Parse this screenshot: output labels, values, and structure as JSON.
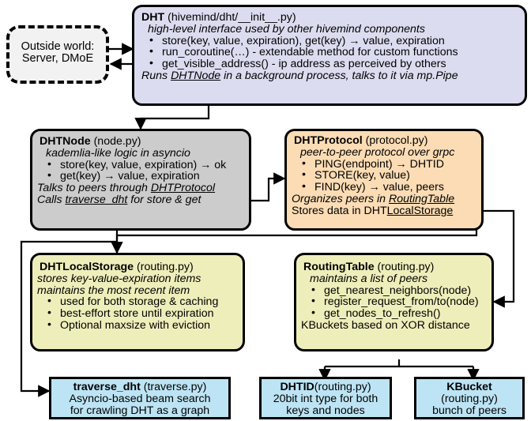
{
  "diagram": {
    "title": "hivemind DHT architecture diagram",
    "colors": {
      "dht": "#dcdcf0",
      "dhtnode": "#cccccc",
      "protocol": "#fbdcb4",
      "storage": "#eeeebb",
      "leaf": "#bde4f4",
      "outline": "#000000",
      "outside_fill": "#f2f2f2"
    }
  },
  "outside": {
    "line1": "Outside world:",
    "line2": "Server, DMoE"
  },
  "dht": {
    "title": "DHT",
    "file": " (hivemind/dht/__init__.py)",
    "subtitle": "high-level interface used by other hivemind components",
    "bullets": [
      "store(key, value, expiration), get(key) → value, expiration",
      "run_coroutine(…) - extendable method for custom functions",
      "get_visible_address() - ip address as perceived by others"
    ],
    "footer_pre": "Runs ",
    "footer_link": "DHTNode",
    "footer_post": " in a background process, talks to it via mp.Pipe"
  },
  "dhtnode": {
    "title": "DHTNode",
    "file": " (node.py)",
    "subtitle": "kademlia-like logic in asyncio",
    "bullets": [
      "store(key, value, expiration) → ok",
      "get(key) → value, expiration"
    ],
    "footer1_pre": "Talks to peers through ",
    "footer1_link": "DHTProtocol",
    "footer2_pre": "Calls ",
    "footer2_link": "traverse_dht",
    "footer2_post": " for store & get"
  },
  "protocol": {
    "title": "DHTProtocol",
    "file": " (protocol.py)",
    "subtitle": "peer-to-peer protocol over grpc",
    "bullets": [
      "PING(endpoint) → DHTID",
      "STORE(key, value)",
      "FIND(key) → value, peers"
    ],
    "footer1_pre": "Organizes peers in ",
    "footer1_link": "RoutingTable",
    "footer2_pre": "Stores data in DHT",
    "footer2_link": "LocalStorage"
  },
  "localstorage": {
    "title": "DHTLocalStorage",
    "file": " (routing.py)",
    "subtitle1": "stores key-value-expiration items",
    "subtitle2": "maintains the most recent item",
    "bullets": [
      "used for both storage & caching",
      "best-effort store until expiration",
      "Optional maxsize with eviction"
    ]
  },
  "routingtable": {
    "title": "RoutingTable",
    "file": " (routing.py)",
    "subtitle": "maintains a list of peers",
    "bullets": [
      "get_nearest_neighbors(node)",
      "register_request_from/to(node)",
      "get_nodes_to_refresh()"
    ],
    "footer": "KBuckets based on XOR distance"
  },
  "traverse": {
    "title": "traverse_dht",
    "file": " (traverse.py)",
    "line1": "Asyncio-based beam search",
    "line2": "for crawling DHT as a graph"
  },
  "dhtid": {
    "title": "DHTID",
    "file": "(routing.py)",
    "line1": "20bit int type for both",
    "line2": "keys and nodes"
  },
  "kbucket": {
    "title": "KBucket",
    "file": "(routing.py)",
    "line1": "bunch of peers"
  }
}
